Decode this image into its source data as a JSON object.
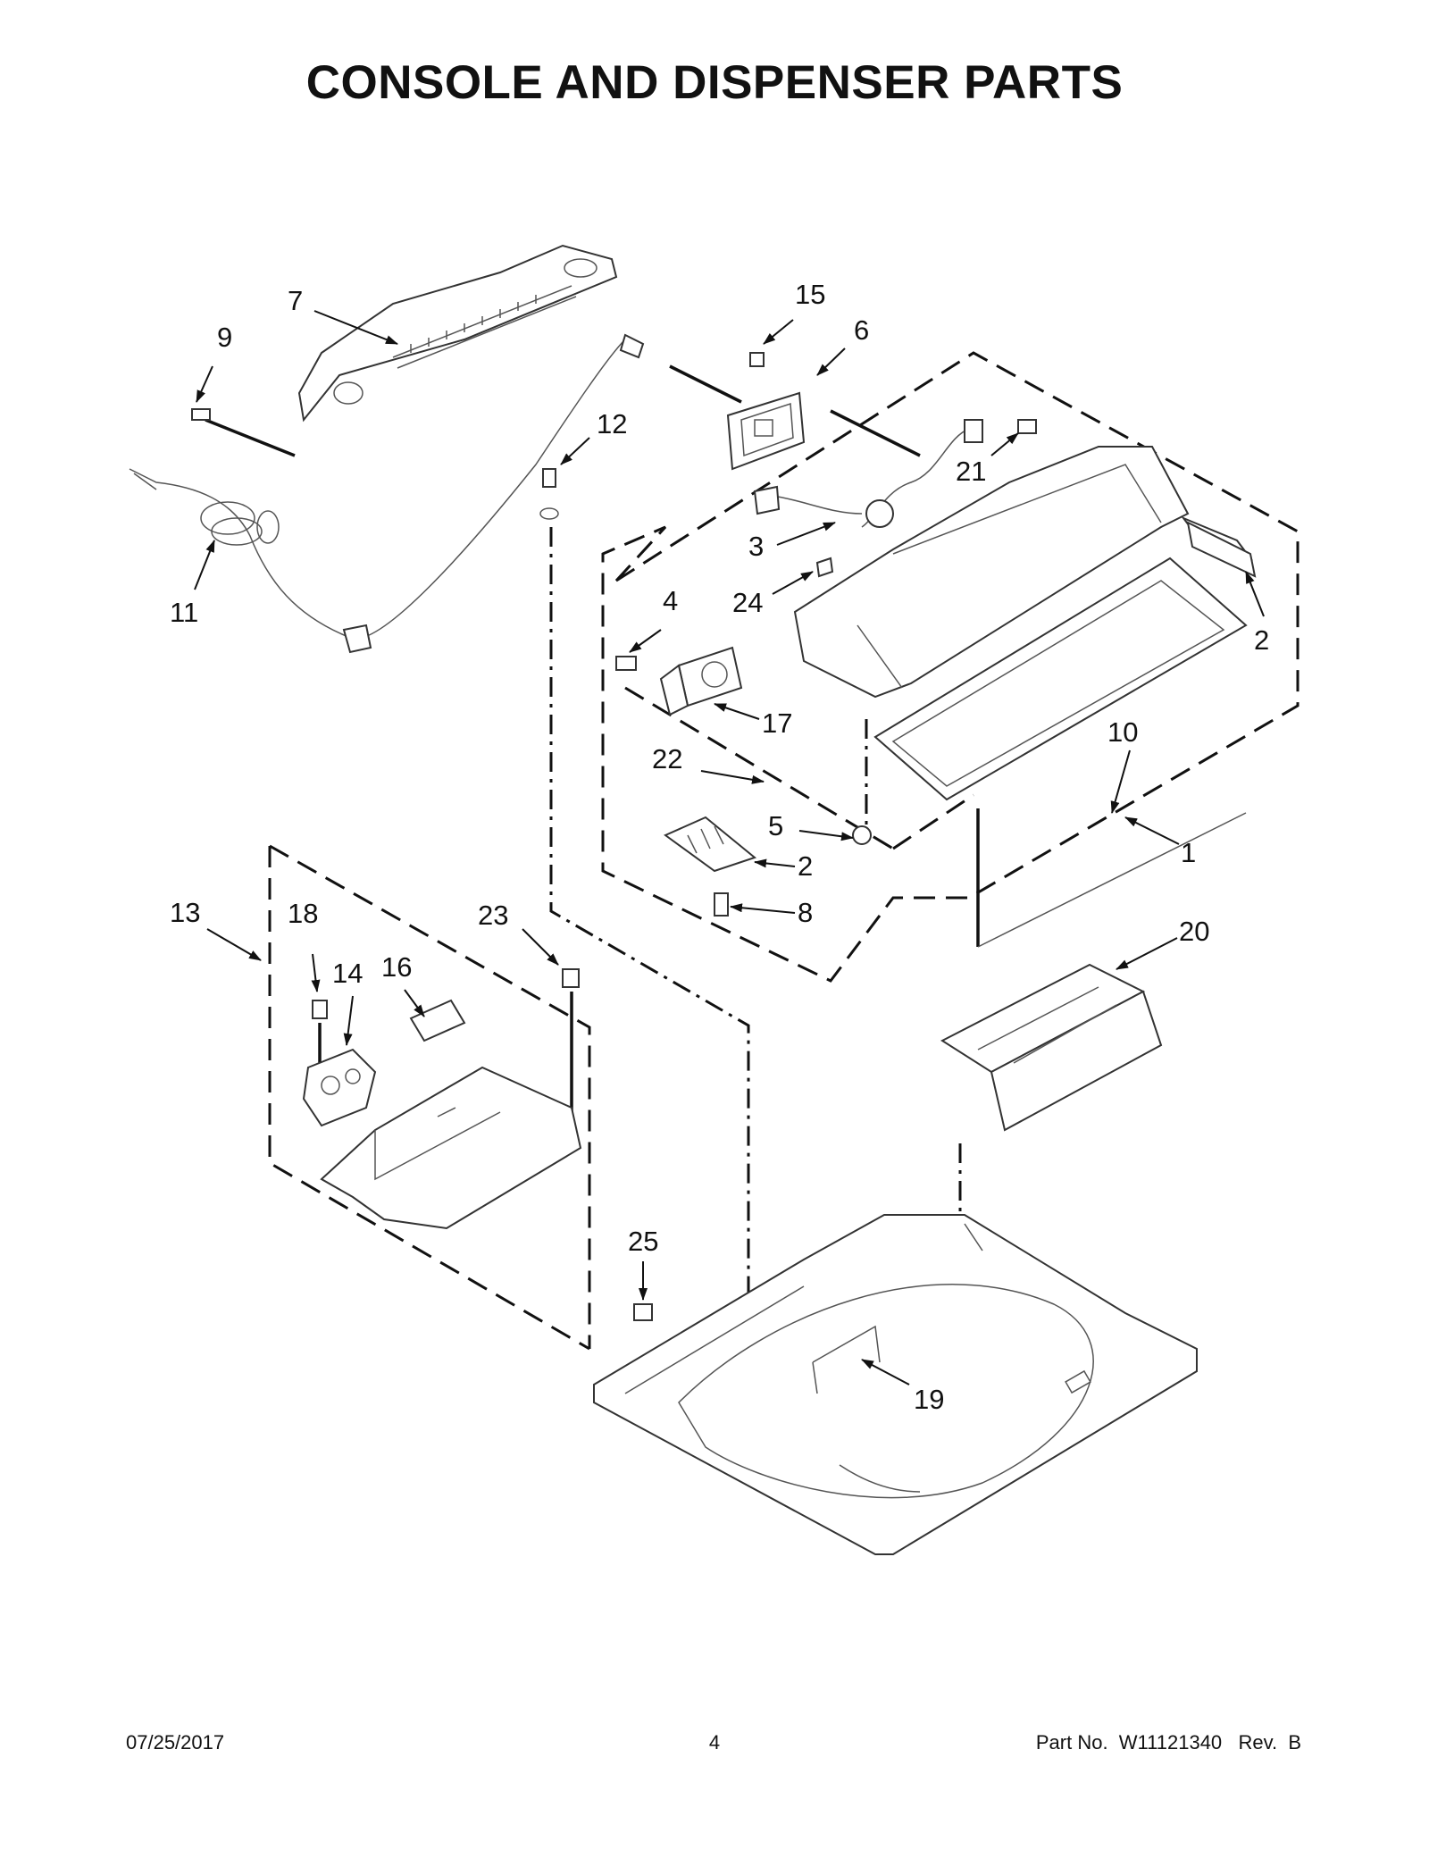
{
  "title": "CONSOLE AND DISPENSER PARTS",
  "footer": {
    "date": "07/25/2017",
    "page": "4",
    "part_number": "Part No.  W11121340   Rev.  B"
  },
  "callouts": [
    {
      "id": "c7",
      "label": "7"
    },
    {
      "id": "c9",
      "label": "9"
    },
    {
      "id": "c15",
      "label": "15"
    },
    {
      "id": "c6",
      "label": "6"
    },
    {
      "id": "c12",
      "label": "12"
    },
    {
      "id": "c21",
      "label": "21"
    },
    {
      "id": "c3",
      "label": "3"
    },
    {
      "id": "c11",
      "label": "11"
    },
    {
      "id": "c24",
      "label": "24"
    },
    {
      "id": "c4",
      "label": "4"
    },
    {
      "id": "c2a",
      "label": "2"
    },
    {
      "id": "c17",
      "label": "17"
    },
    {
      "id": "c10",
      "label": "10"
    },
    {
      "id": "c22",
      "label": "22"
    },
    {
      "id": "c5",
      "label": "5"
    },
    {
      "id": "c1",
      "label": "1"
    },
    {
      "id": "c2b",
      "label": "2"
    },
    {
      "id": "c8",
      "label": "8"
    },
    {
      "id": "c13",
      "label": "13"
    },
    {
      "id": "c18",
      "label": "18"
    },
    {
      "id": "c23",
      "label": "23"
    },
    {
      "id": "c14",
      "label": "14"
    },
    {
      "id": "c16",
      "label": "16"
    },
    {
      "id": "c20",
      "label": "20"
    },
    {
      "id": "c25",
      "label": "25"
    },
    {
      "id": "c19",
      "label": "19"
    }
  ]
}
